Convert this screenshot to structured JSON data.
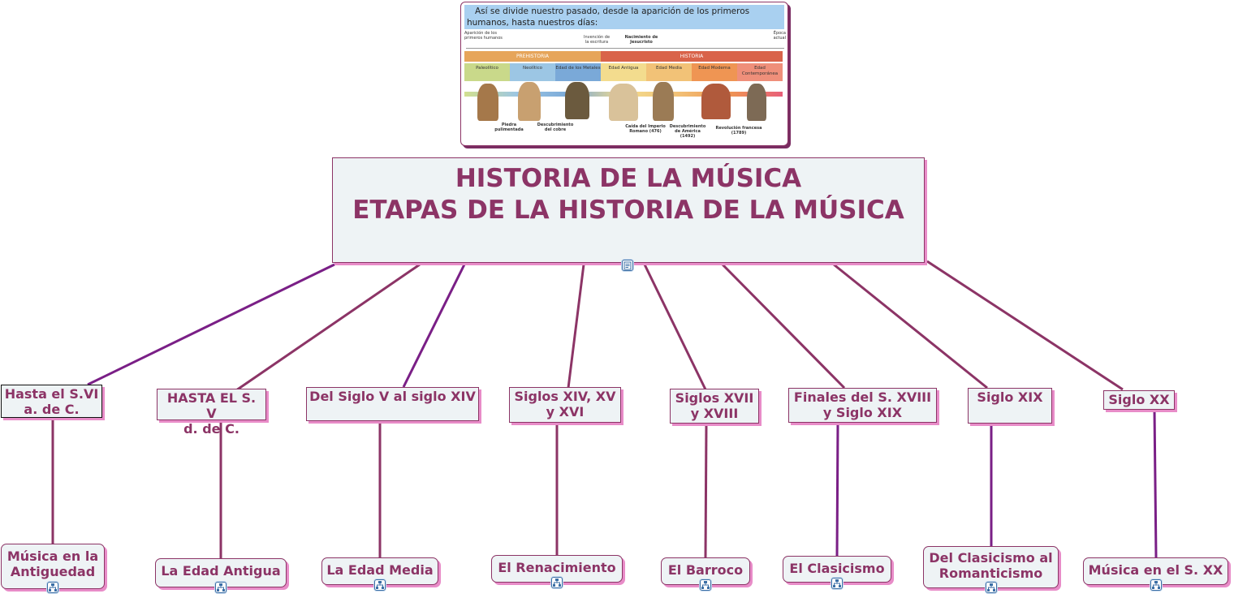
{
  "timeline": {
    "caption": "Así se divide nuestro pasado, desde la aparición de los primeros humanos, hasta nuestros días:",
    "labels": {
      "aparicion": "Aparición de los primeros humanos",
      "invencion": "Invención de la escritura",
      "nacimiento": "Nacimiento de Jesucristo",
      "epoca": "Época actual"
    },
    "bands": {
      "prehistoria": "PREHISTORIA",
      "historia": "HISTORIA"
    },
    "eras": [
      {
        "label": "Paleolítico",
        "color": "#c9d98a"
      },
      {
        "label": "Neolítico",
        "color": "#9cc6e4"
      },
      {
        "label": "Edad de los Metales",
        "color": "#7aa9d8"
      },
      {
        "label": "Edad Antigua",
        "color": "#f3dc8e"
      },
      {
        "label": "Edad Media",
        "color": "#f2c277"
      },
      {
        "label": "Edad Moderna",
        "color": "#ef9553"
      },
      {
        "label": "Edad Contemporánea",
        "color": "#ef8f7a"
      }
    ],
    "events": {
      "piedra": "Piedra pulimentada",
      "cobre": "Descubrimiento del cobre",
      "caida": "Caída del Imperio Romano (476)",
      "america": "Descubrimiento de América (1492)",
      "revolucion": "Revolución francesa (1789)"
    }
  },
  "main": {
    "line1": "HISTORIA DE LA MÚSICA",
    "line2": "ETAPAS DE LA HISTORIA DE LA MÚSICA",
    "icon": "notes-icon"
  },
  "stages": [
    {
      "l1": "Hasta el S.VI",
      "l2": "a. de C."
    },
    {
      "l1": "HASTA EL S. V",
      "l2": "d. de C."
    },
    {
      "l1": "Del Siglo V al siglo XIV",
      "l2": ""
    },
    {
      "l1": "Siglos XIV, XV",
      "l2": "y XVI"
    },
    {
      "l1": "Siglos XVII",
      "l2": "y XVIII"
    },
    {
      "l1": "Finales del S. XVIII",
      "l2": "y Siglo XIX"
    },
    {
      "l1": "Siglo XIX",
      "l2": ""
    },
    {
      "l1": "Siglo XX",
      "l2": ""
    }
  ],
  "topics": [
    {
      "l1": "Música en la",
      "l2": "Antiguedad"
    },
    {
      "l1": "La Edad Antigua",
      "l2": ""
    },
    {
      "l1": "La Edad Media",
      "l2": ""
    },
    {
      "l1": "El Renacimiento",
      "l2": ""
    },
    {
      "l1": "El Barroco",
      "l2": ""
    },
    {
      "l1": "El Clasicismo",
      "l2": ""
    },
    {
      "l1": "Del Clasicismo al",
      "l2": "Romanticismo"
    },
    {
      "l1": "Música en el S. XX",
      "l2": ""
    }
  ],
  "colors": {
    "text": "#8c3466",
    "line": "#8c3466",
    "line_alt": "#7a1f86",
    "node_bg": "#eef3f5",
    "shadow": "#e88cc8"
  },
  "topic_icon": "subdiagram-link-icon"
}
